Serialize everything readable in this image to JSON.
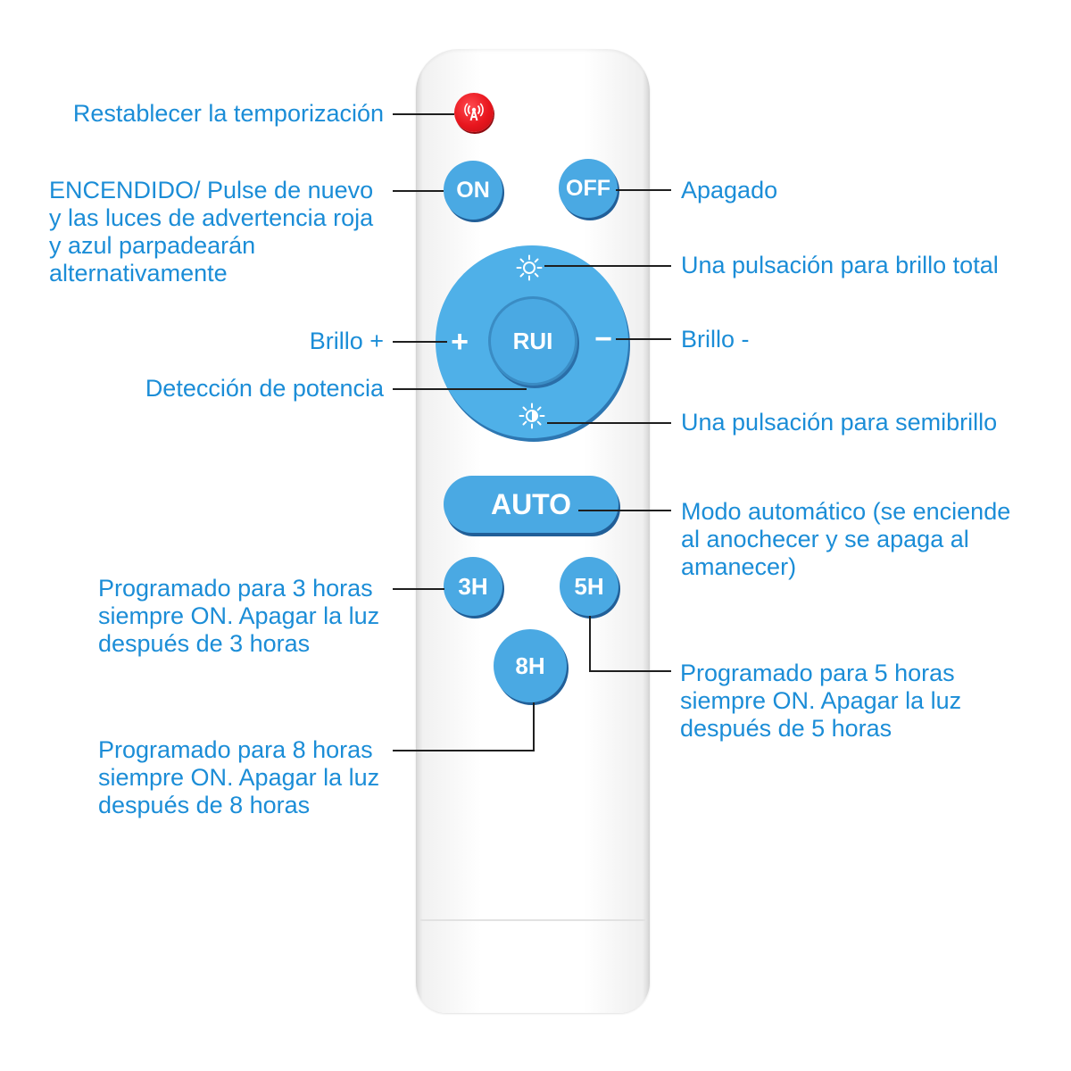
{
  "buttons": {
    "reset_icon": "antenna-icon",
    "on": "ON",
    "off": "OFF",
    "full_brightness_icon": "sun-icon",
    "plus": "+",
    "rui": "RUI",
    "minus": "−",
    "half_brightness_icon": "half-sun-icon",
    "auto": "AUTO",
    "timer_3h": "3H",
    "timer_5h": "5H",
    "timer_8h": "8H"
  },
  "callouts": {
    "reset": "Restablecer la temporización",
    "on": [
      "ENCENDIDO/ Pulse de nuevo",
      "y las luces de advertencia roja",
      "y azul parpadearán",
      "alternativamente"
    ],
    "off": "Apagado",
    "full_brightness": "Una pulsación para brillo total",
    "brightness_up": "Brillo +",
    "brightness_down": "Brillo -",
    "power_detection": "Detección de potencia",
    "half_brightness": "Una pulsación para semibrillo",
    "auto": [
      "Modo automático (se enciende",
      "al anochecer y se apaga al",
      "amanecer)"
    ],
    "timer_3h": [
      "Programado para 3 horas",
      "siempre ON. Apagar la luz",
      "después de 3 horas"
    ],
    "timer_5h": [
      "Programado para 5 horas",
      "siempre ON. Apagar la luz",
      "después de 5 horas"
    ],
    "timer_8h": [
      "Programado para 8 horas",
      "siempre ON. Apagar la luz",
      "después de 8 horas"
    ]
  },
  "colors": {
    "label_text": "#1b8dd7",
    "button_blue": "#4aa9e3",
    "reset_red": "#e8161e",
    "remote_body": "#ffffff",
    "callout_line": "#1f1f1f"
  }
}
